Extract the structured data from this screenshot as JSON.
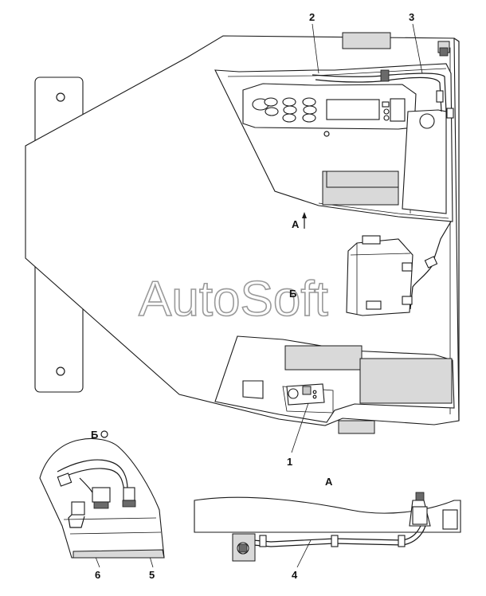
{
  "watermark": "AutoSoft",
  "callouts": {
    "c1": "1",
    "c2": "2",
    "c3": "3",
    "c4": "4",
    "c5": "5",
    "c6": "6"
  },
  "views": {
    "view_a_arrow": "А",
    "view_a_title": "А",
    "view_b_marker": "Б",
    "view_b_title": "Б"
  }
}
